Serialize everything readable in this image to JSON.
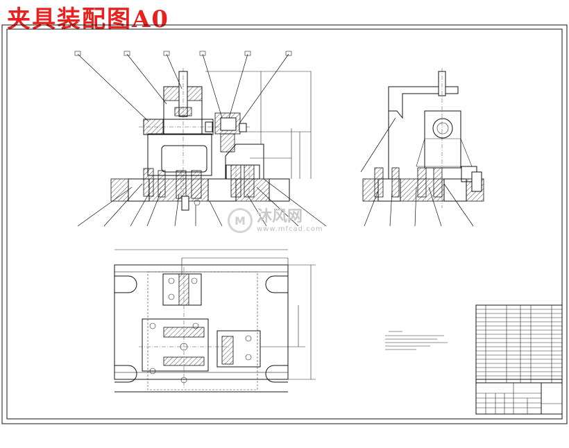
{
  "title": "夹具装配图A0",
  "watermark": {
    "name": "沐风网",
    "url": "www.mfcad.com"
  },
  "colors": {
    "title": "#e8201e",
    "lines": "#111111",
    "watermark": "#c8c8c8"
  }
}
